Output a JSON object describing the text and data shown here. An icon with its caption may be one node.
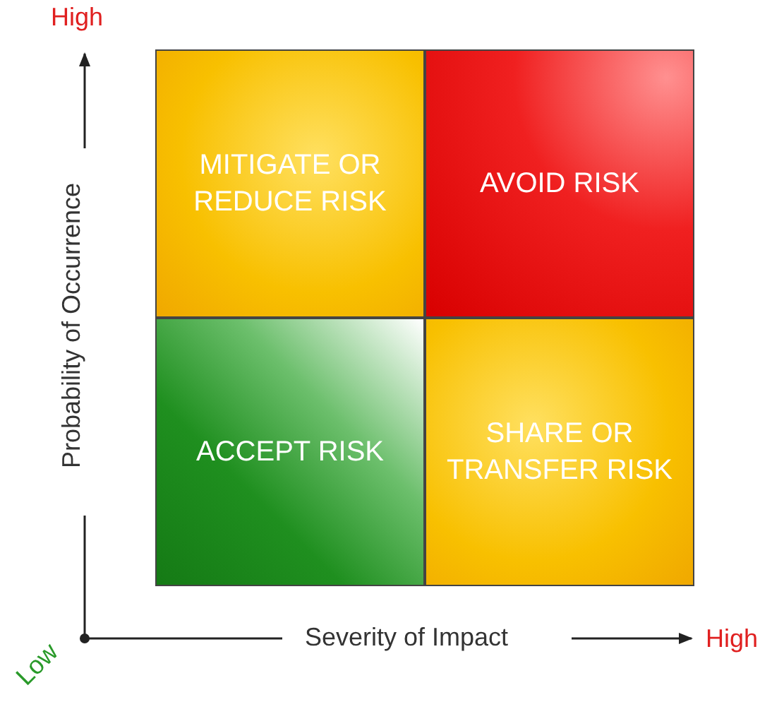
{
  "diagram": {
    "nodes": [
      {
        "text": [
          "MITIGATE OR REDUCE RISK"
        ]
      },
      {
        "text": [
          "AVOID RISK"
        ]
      },
      {
        "text": [
          "ACCEPT RISK"
        ]
      },
      {
        "text": [
          "SHARE OR TRANSFER RISK"
        ]
      }
    ],
    "edges": [],
    "labels": [
      "High",
      "Probability of Occurrence",
      "Severity of Impact",
      "High",
      "Low"
    ]
  }
}
